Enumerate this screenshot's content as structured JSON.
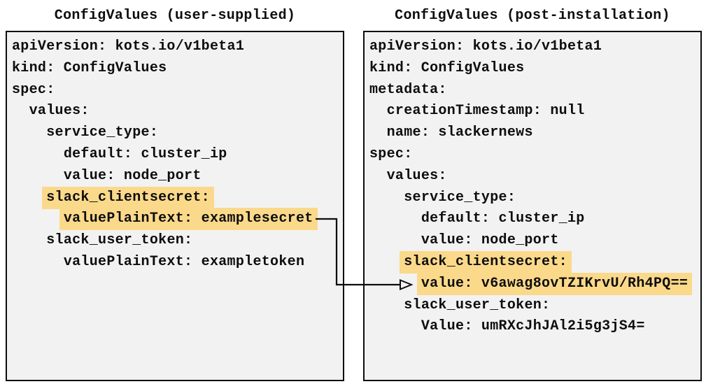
{
  "left_panel": {
    "title": "ConfigValues (user-supplied)",
    "lines": [
      {
        "indent": "",
        "text": "apiVersion: kots.io/v1beta1",
        "highlighted": false
      },
      {
        "indent": "",
        "text": "kind: ConfigValues",
        "highlighted": false
      },
      {
        "indent": "",
        "text": "spec:",
        "highlighted": false
      },
      {
        "indent": "  ",
        "text": "values:",
        "highlighted": false
      },
      {
        "indent": "    ",
        "text": "service_type:",
        "highlighted": false
      },
      {
        "indent": "      ",
        "text": "default: cluster_ip",
        "highlighted": false
      },
      {
        "indent": "      ",
        "text": "value: node_port",
        "highlighted": false
      },
      {
        "indent": "    ",
        "text": "slack_clientsecret:",
        "highlighted": true
      },
      {
        "indent": "      ",
        "text": "valuePlainText: examplesecret",
        "highlighted": true
      },
      {
        "indent": "    ",
        "text": "slack_user_token:",
        "highlighted": false
      },
      {
        "indent": "      ",
        "text": "valuePlainText: exampletoken",
        "highlighted": false
      }
    ]
  },
  "right_panel": {
    "title": "ConfigValues (post-installation)",
    "lines": [
      {
        "indent": "",
        "text": "apiVersion: kots.io/v1beta1",
        "highlighted": false
      },
      {
        "indent": "",
        "text": "kind: ConfigValues",
        "highlighted": false
      },
      {
        "indent": "",
        "text": "metadata:",
        "highlighted": false
      },
      {
        "indent": "  ",
        "text": "creationTimestamp: null",
        "highlighted": false
      },
      {
        "indent": "  ",
        "text": "name: slackernews",
        "highlighted": false
      },
      {
        "indent": "",
        "text": "spec:",
        "highlighted": false
      },
      {
        "indent": "  ",
        "text": "values:",
        "highlighted": false
      },
      {
        "indent": "    ",
        "text": "service_type:",
        "highlighted": false
      },
      {
        "indent": "      ",
        "text": "default: cluster_ip",
        "highlighted": false
      },
      {
        "indent": "      ",
        "text": "value: node_port",
        "highlighted": false
      },
      {
        "indent": "    ",
        "text": "slack_clientsecret:",
        "highlighted": true
      },
      {
        "indent": "      ",
        "text": "value: v6awag8ovTZIKrvU/Rh4PQ==",
        "highlighted": true
      },
      {
        "indent": "    ",
        "text": "slack_user_token:",
        "highlighted": false
      },
      {
        "indent": "      ",
        "text": "Value: umRXcJhJAl2i5g3jS4=",
        "highlighted": false
      }
    ]
  },
  "arrow": {
    "from": "valuePlainText: examplesecret",
    "to": "value: v6awag8ovTZIKrvU/Rh4PQ=="
  },
  "colors": {
    "highlight": "#fbd98b",
    "box_background": "#f2f2f2",
    "box_border": "#0d0d0d",
    "text": "#0d0d0d",
    "arrow": "#0d0d0d",
    "page_background": "#ffffff"
  }
}
